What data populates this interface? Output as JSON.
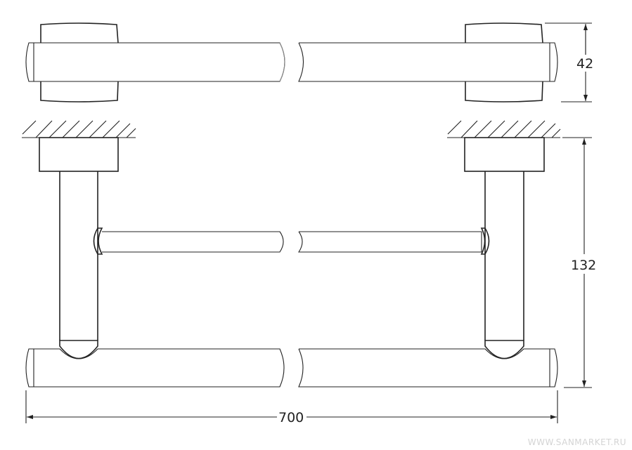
{
  "dimensions": {
    "depth": "42",
    "height": "132",
    "width": "700"
  },
  "watermark": "WWW.SANMARKET.RU"
}
